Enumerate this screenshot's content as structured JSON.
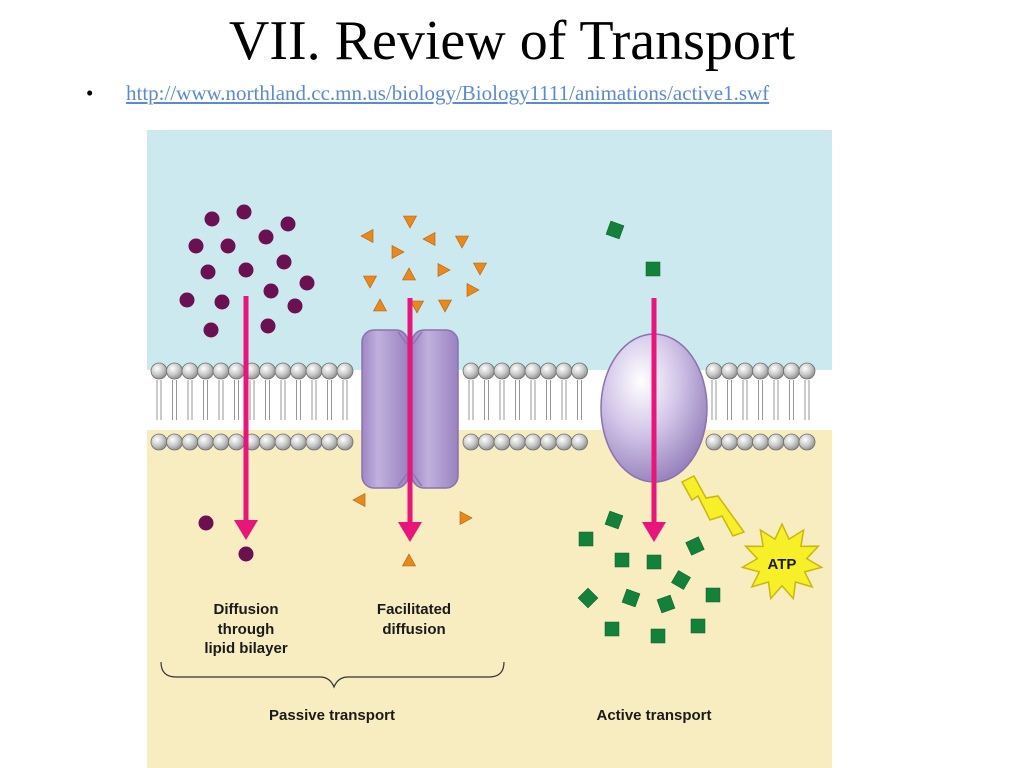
{
  "slide": {
    "title": "VII. Review of Transport",
    "bullet_link": "http://www.northland.cc.mn.us/biology/Biology1111/animations/active1.swf"
  },
  "diagram": {
    "labels": {
      "diffusion": [
        "Diffusion",
        "through",
        "lipid bilayer"
      ],
      "facilitated": [
        "Facilitated",
        "diffusion"
      ],
      "passive": "Passive transport",
      "active": "Active transport",
      "atp": "ATP"
    },
    "colors": {
      "outside": "#cde9f0",
      "inside": "#f7edc0",
      "arrow": "#e8157a",
      "lipid_particle": "#6b1050",
      "facilitated_particle": "#e8891d",
      "active_particle": "#14813b",
      "protein": "#b7a2d5",
      "atp_burst": "#f7ef27"
    }
  }
}
